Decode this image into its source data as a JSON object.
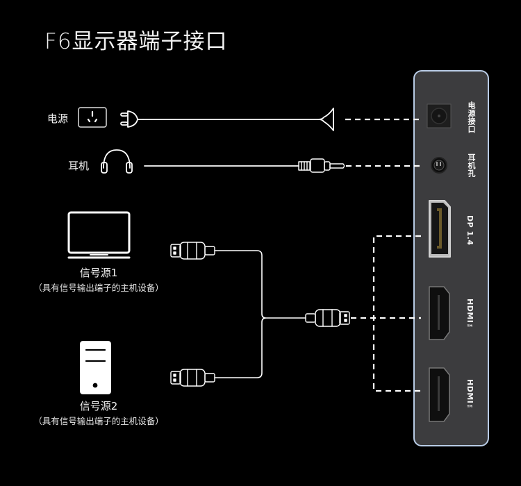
{
  "title": "F6显示器端子接口",
  "left": {
    "power_label": "电源",
    "headphone_label": "耳机",
    "source1": {
      "name": "信号源1",
      "desc": "（具有信号输出端子的主机设备）"
    },
    "source2": {
      "name": "信号源2",
      "desc": "（具有信号输出端子的主机设备）"
    }
  },
  "panel": {
    "ports": [
      {
        "id": "power",
        "label": "电源接口",
        "icon": "dc-power-port-icon"
      },
      {
        "id": "headphone",
        "label": "耳机孔",
        "icon": "audio-jack-icon"
      },
      {
        "id": "dp",
        "label": "DP 1.4",
        "icon": "displayport-icon"
      },
      {
        "id": "hdmi1",
        "label": "HDMI™",
        "icon": "hdmi-port-icon"
      },
      {
        "id": "hdmi2",
        "label": "HDMI™",
        "icon": "hdmi-port-icon"
      }
    ]
  },
  "colors": {
    "background": "#000000",
    "panel_fill": "#3c3c3e",
    "panel_border": "#b9cce6",
    "line": "#ffffff"
  }
}
